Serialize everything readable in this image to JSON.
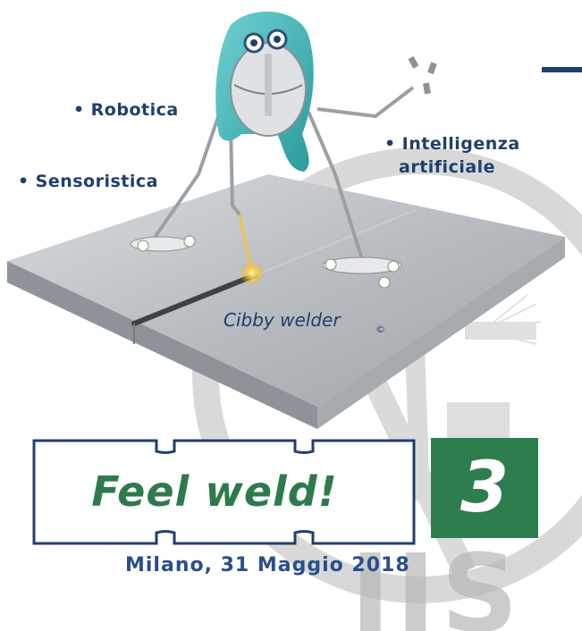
{
  "bullets": {
    "robotica": "Robotica",
    "sensoristica": "Sensoristica",
    "ia_line1": "Intelligenza",
    "ia_line2": "artificiale",
    "marker": "•"
  },
  "robot_caption": "Cibby welder",
  "copyright_symbol": "©",
  "event": {
    "title": "Feel weld!",
    "edition": "3",
    "date_line": "Milano, 31 Maggio 2018"
  },
  "watermark_text": "IIS",
  "colors": {
    "navy_text": "#1f3e6e",
    "green_title": "#2f7a4c",
    "green_box": "#2e7d4f",
    "frame_blue": "#1f3e6e",
    "robot_hood": "#3bb3b5",
    "plate": "#b8bcc0"
  }
}
